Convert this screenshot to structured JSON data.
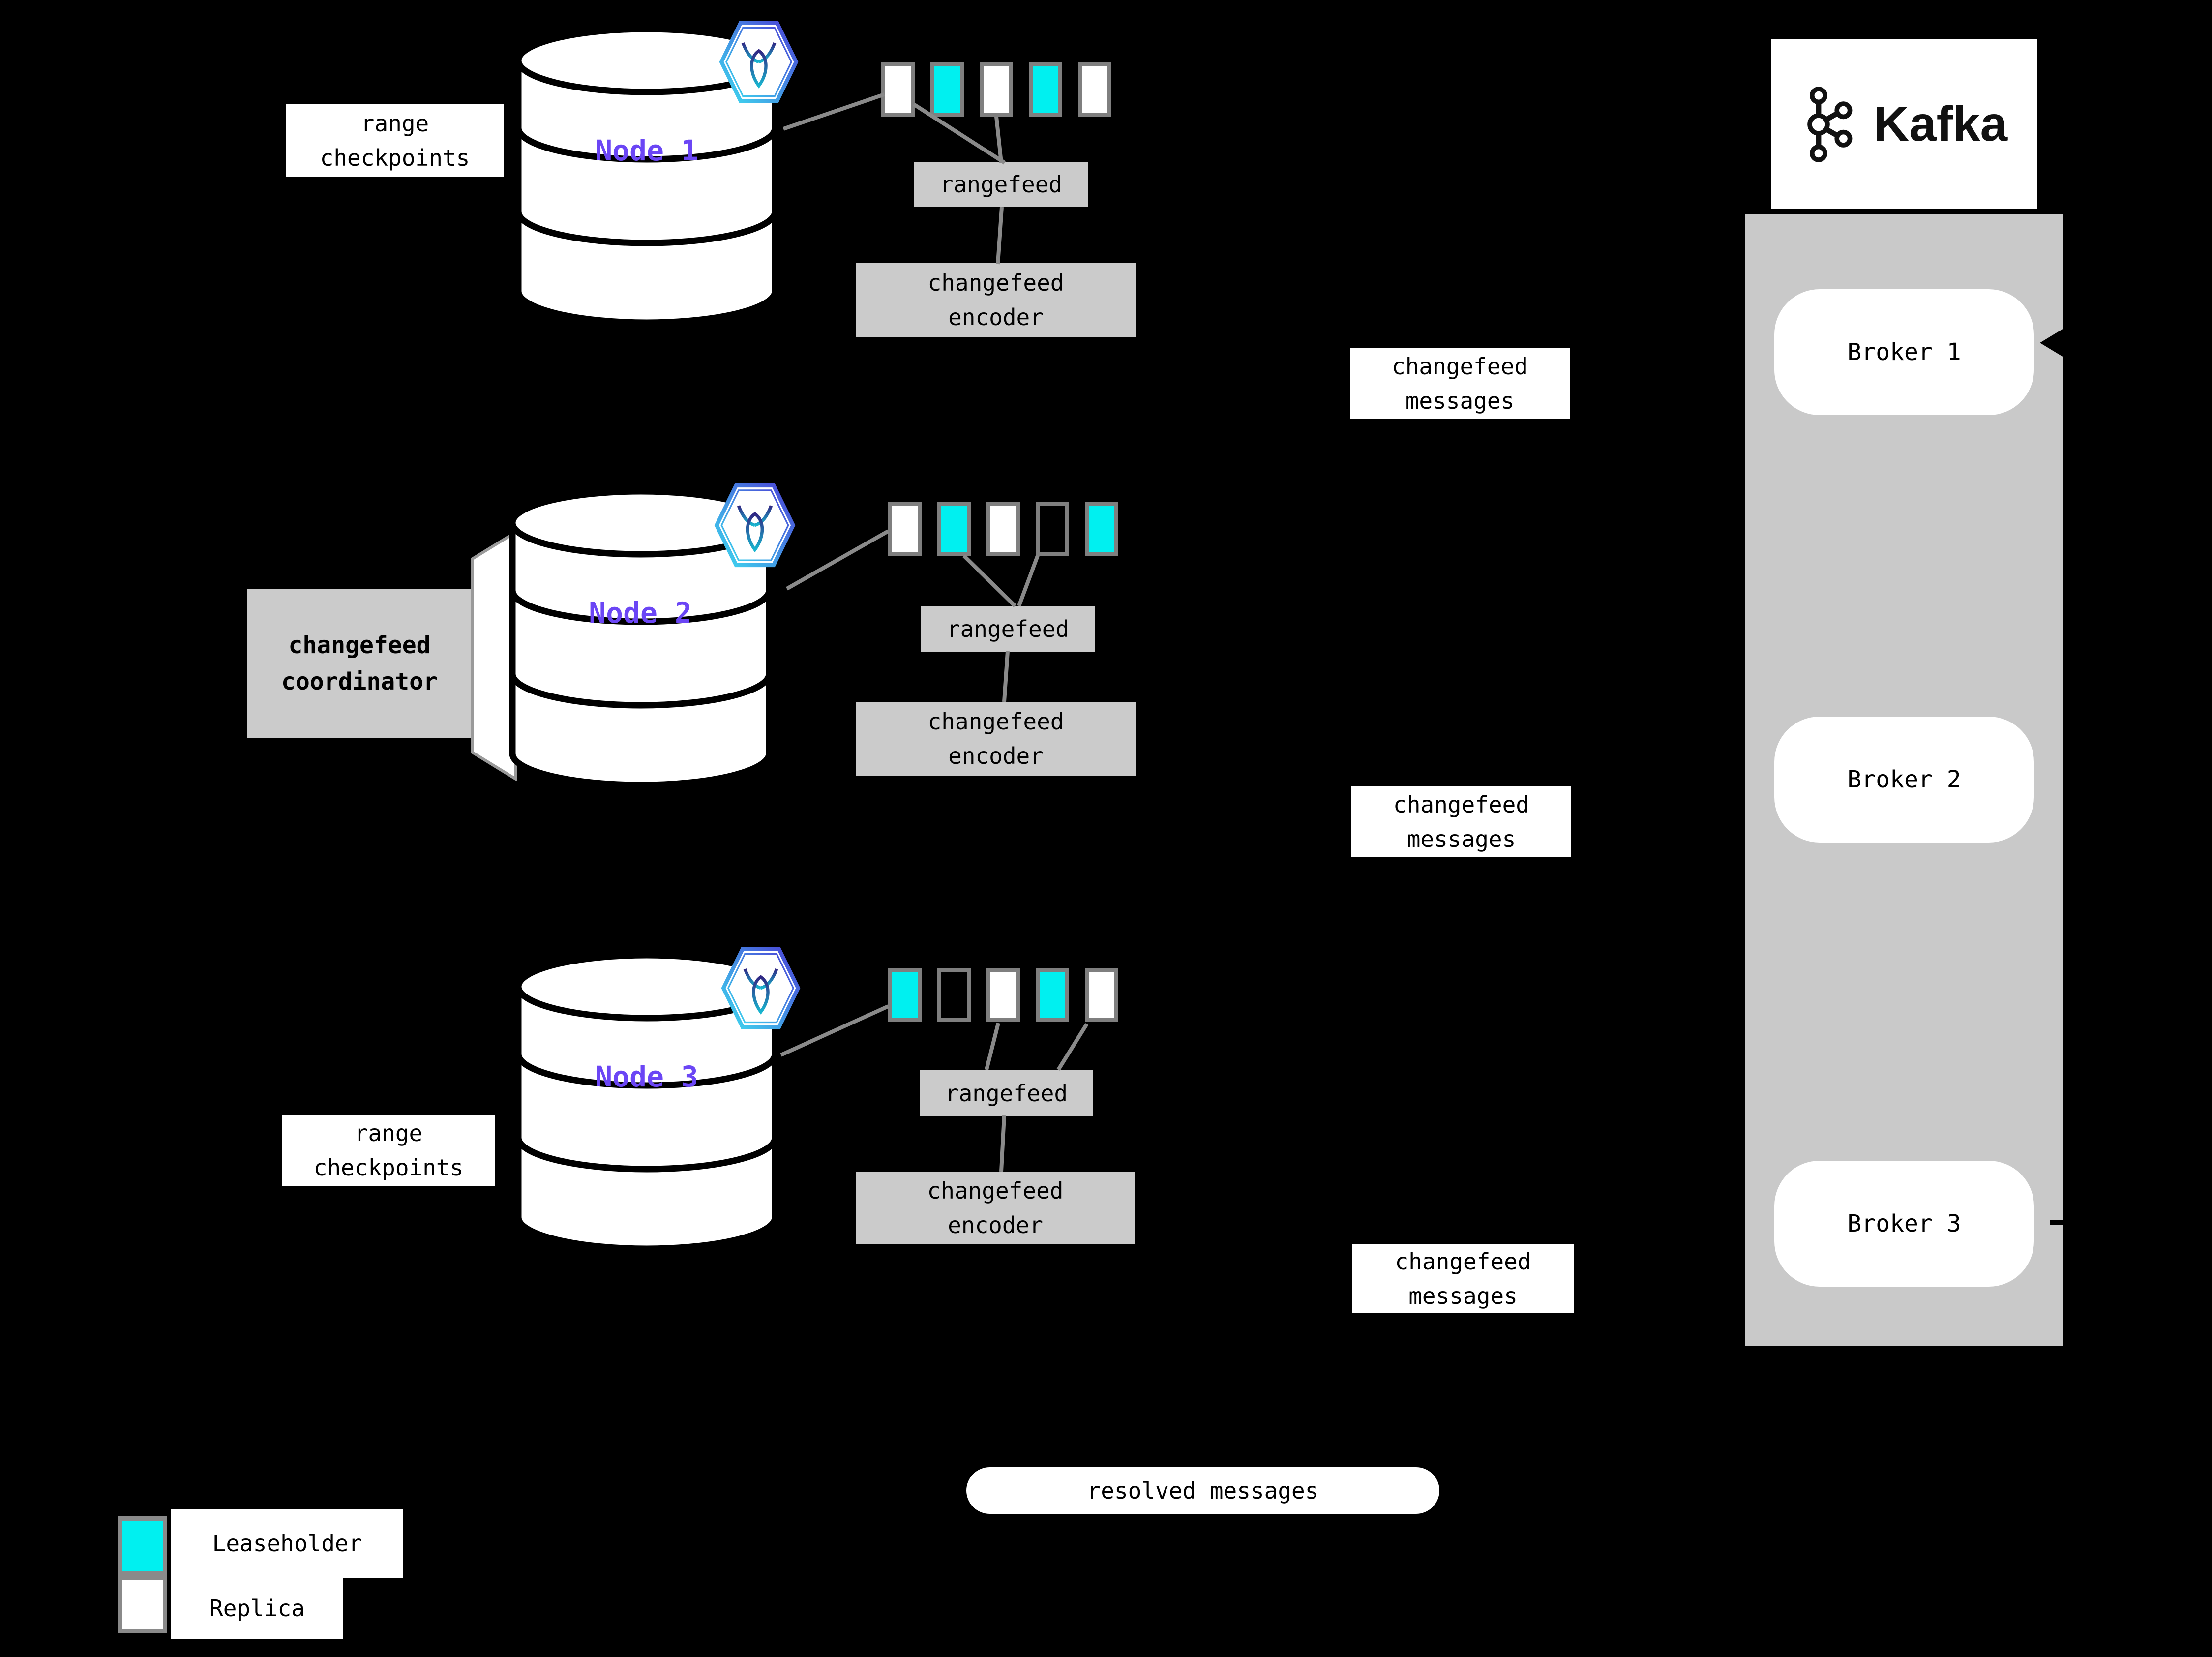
{
  "labels": {
    "range_checkpoints": "range checkpoints",
    "changefeed_coordinator": "changefeed coordinator",
    "changefeed_messages": "changefeed messages",
    "resolved_messages": "resolved messages",
    "rangefeed": "rangefeed",
    "changefeed_encoder": "changefeed encoder"
  },
  "nodes": [
    {
      "label": "Node 1",
      "ranges": [
        "replica",
        "leaseholder",
        "replica",
        "leaseholder",
        "replica"
      ]
    },
    {
      "label": "Node 2",
      "ranges": [
        "replica",
        "leaseholder",
        "replica",
        "empty",
        "leaseholder"
      ]
    },
    {
      "label": "Node 3",
      "ranges": [
        "leaseholder",
        "empty",
        "replica",
        "leaseholder",
        "replica"
      ]
    }
  ],
  "kafka": {
    "title": "Kafka",
    "brokers": [
      "Broker 1",
      "Broker 2",
      "Broker 3"
    ]
  },
  "legend": {
    "leaseholder_label": "Leaseholder",
    "replica_label": "Replica"
  },
  "colors": {
    "teal": "#00f0f0",
    "replica": "#ffffff",
    "purple": "#6b46f5",
    "boxgray": "#cbcbcb",
    "colgray": "#c9c9c9",
    "linegray": "#8a8a8a",
    "bordergray": "#7f7f7f"
  }
}
